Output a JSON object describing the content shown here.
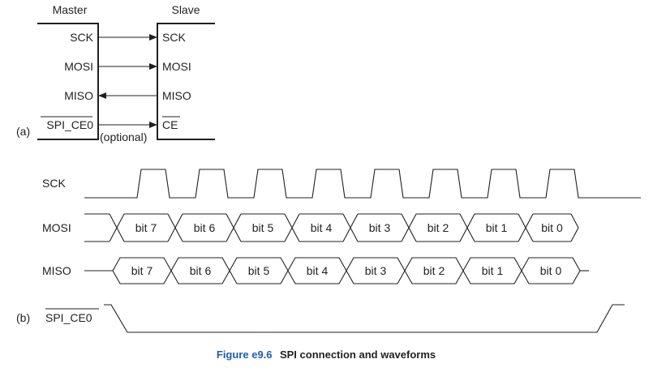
{
  "part_a": {
    "tag": "(a)",
    "master_title": "Master",
    "slave_title": "Slave",
    "master_pins": [
      "SCK",
      "MOSI",
      "MISO",
      "SPI_CE0"
    ],
    "slave_pins": [
      "SCK",
      "MOSI",
      "MISO",
      "CE"
    ],
    "optional_note": "(optional)"
  },
  "part_b": {
    "tag": "(b)",
    "signals": {
      "sck": "SCK",
      "mosi": "MOSI",
      "miso": "MISO",
      "ce": "SPI_CE0"
    },
    "bits": [
      "bit 7",
      "bit 6",
      "bit 5",
      "bit 4",
      "bit 3",
      "bit 2",
      "bit 1",
      "bit 0"
    ]
  },
  "caption": {
    "figure": "Figure e9.6",
    "text": "SPI connection and waveforms"
  }
}
